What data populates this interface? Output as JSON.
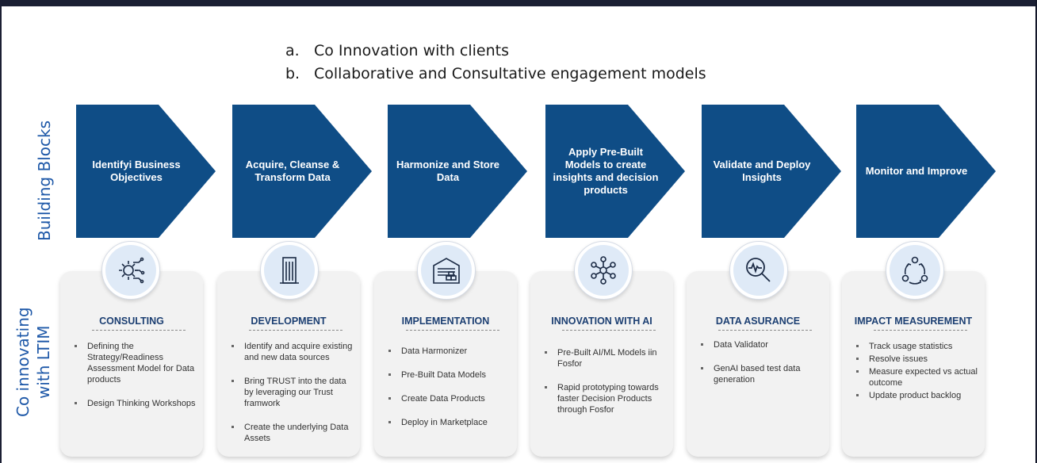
{
  "intro": [
    {
      "label": "a.",
      "text": "Co Innovation with clients"
    },
    {
      "label": "b.",
      "text": "Collaborative and Consultative engagement models"
    }
  ],
  "side_labels": {
    "top": "Building Blocks",
    "bottom_line1": "Co innovating",
    "bottom_line2": "with LTIM"
  },
  "steps": [
    {
      "title": "Identifyi Business Objectives"
    },
    {
      "title": "Acquire, Cleanse & Transform Data"
    },
    {
      "title": "Harmonize and Store Data"
    },
    {
      "title": "Apply Pre-Built Models to create insights and decision products"
    },
    {
      "title": "Validate and Deploy Insights"
    },
    {
      "title": "Monitor and Improve"
    }
  ],
  "cards": [
    {
      "heading": "CONSULTING",
      "icon": "gear-circuit-icon",
      "bullets": [
        "Defining the Strategy/Readiness Assessment Model for Data products",
        "Design Thinking Workshops"
      ]
    },
    {
      "heading": "DEVELOPMENT",
      "icon": "building-icon",
      "bullets": [
        "Identify and acquire existing and new data sources",
        "Bring TRUST into the data by leveraging our Trust framwork",
        "Create the underlying Data Assets"
      ]
    },
    {
      "heading": "IMPLEMENTATION",
      "icon": "warehouse-icon",
      "bullets": [
        "Data Harmonizer",
        "Pre-Built Data Models",
        "Create Data Products",
        "Deploy in Marketplace"
      ]
    },
    {
      "heading": "INNOVATION WITH AI",
      "icon": "network-hub-icon",
      "bullets": [
        "Pre-Built AI/ML Models iin Fosfor",
        "Rapid prototyping towards faster Decision Products through Fosfor"
      ]
    },
    {
      "heading": "DATA ASURANCE",
      "icon": "magnifier-pulse-icon",
      "bullets": [
        "Data Validator",
        "GenAI based test data generation"
      ]
    },
    {
      "heading": "IMPACT MEASUREMENT",
      "icon": "cycle-icon",
      "bullets": [
        "Track usage statistics",
        "Resolve issues",
        "Measure expected vs actual outcome",
        "Update product backlog"
      ]
    }
  ],
  "colors": {
    "chevron": "#0f4d86",
    "accent_text": "#1e58a8",
    "card_bg": "#f2f2f2",
    "heading": "#1c3f72",
    "page_frame": "#14182a"
  }
}
